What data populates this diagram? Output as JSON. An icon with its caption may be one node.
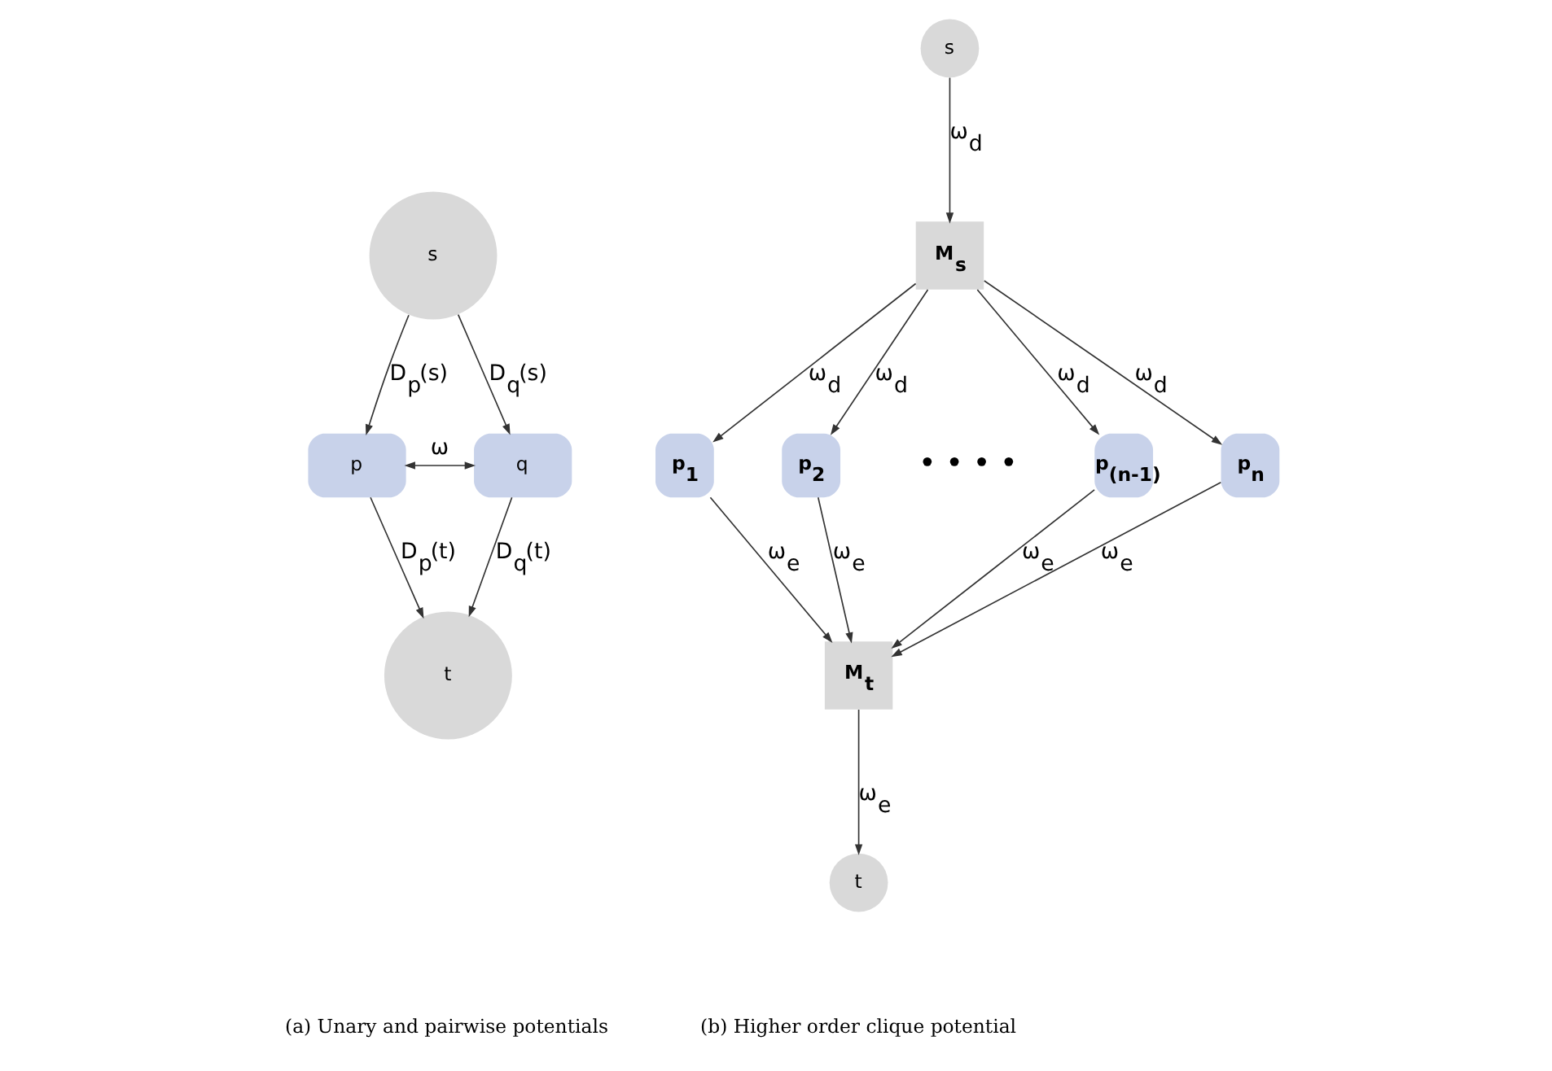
{
  "diagram": {
    "nodes": [
      {
        "text": [
          "s"
        ]
      },
      {
        "text": [
          "p"
        ]
      },
      {
        "text": [
          "q"
        ]
      },
      {
        "text": [
          "t"
        ]
      },
      {
        "text": [
          "s"
        ]
      },
      {
        "text": [
          "M$_{s}$"
        ]
      },
      {
        "text": [
          "p$_{1}$"
        ]
      },
      {
        "text": [
          "p$_{2}$"
        ]
      },
      {
        "text": [
          "p$_{(n-1)}$"
        ]
      },
      {
        "text": [
          "p$_{n}$"
        ]
      },
      {
        "text": [
          "M$_{t}$"
        ]
      },
      {
        "text": [
          "t"
        ]
      }
    ],
    "edges": [
      {
        "from": 0,
        "to": 1,
        "arrow": "to",
        "label": "D$_{p}$(s)"
      },
      {
        "from": 0,
        "to": 2,
        "arrow": "to",
        "label": "D$_{q}$(s)"
      },
      {
        "from": 1,
        "to": 2,
        "arrow": "both",
        "label": "ω"
      },
      {
        "from": 1,
        "to": 3,
        "arrow": "to",
        "label": "D$_{p}$(t)"
      },
      {
        "from": 2,
        "to": 3,
        "arrow": "to",
        "label": "D$_{q}$(t)"
      },
      {
        "from": 4,
        "to": 5,
        "arrow": "to",
        "label": "ω$_{d}$"
      },
      {
        "from": 5,
        "to": 6,
        "arrow": "to",
        "label": "ω$_{d}$"
      },
      {
        "from": 5,
        "to": 7,
        "arrow": "to",
        "label": "ω$_{d}$"
      },
      {
        "from": 5,
        "to": 8,
        "arrow": "to",
        "label": "ω$_{d}$"
      },
      {
        "from": 5,
        "to": 9,
        "arrow": "to",
        "label": "ω$_{d}$"
      },
      {
        "from": 6,
        "to": 10,
        "arrow": "to",
        "label": "ω$_{e}$"
      },
      {
        "from": 7,
        "to": 10,
        "arrow": "to",
        "label": "ω$_{e}$"
      },
      {
        "from": 8,
        "to": 10,
        "arrow": "to",
        "label": "ω$_{e}$"
      },
      {
        "from": 9,
        "to": 10,
        "arrow": "to",
        "label": "ω$_{e}$"
      },
      {
        "from": 10,
        "to": 11,
        "arrow": "to",
        "label": "ω$_{e}$"
      }
    ],
    "labels": [
      "• • • •",
      "(a) Unary and pairwise potentials",
      "(b) Higher order clique potential"
    ]
  }
}
